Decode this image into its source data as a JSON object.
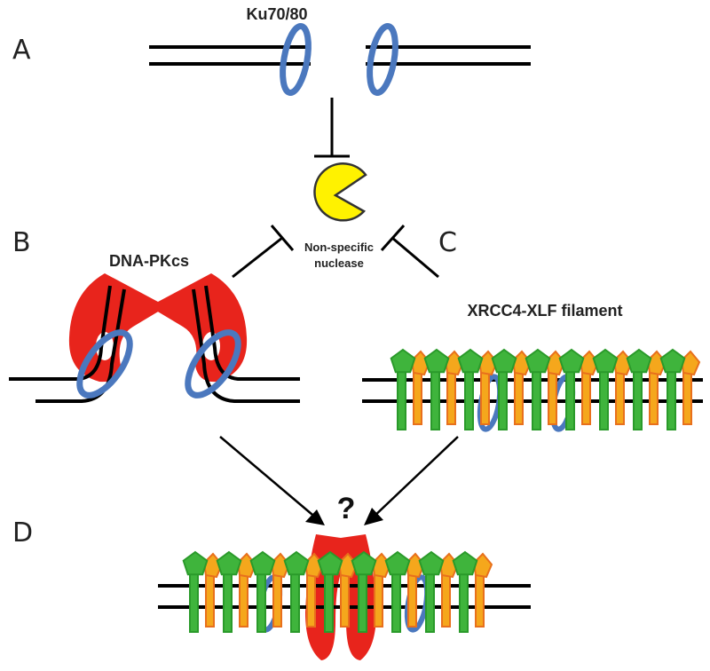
{
  "panels": {
    "a": "A",
    "b": "B",
    "c": "C",
    "d": "D"
  },
  "labels": {
    "ku": "Ku70/80",
    "dnapkcs": "DNA-PKcs",
    "nuclease_line1": "Non-specific",
    "nuclease_line2": "nuclease",
    "filament": "XRCC4-XLF filament",
    "question": "?"
  },
  "colors": {
    "dna": "#000000",
    "ku": "#4b78be",
    "dnapkcs": "#e8241c",
    "nuclease": "#fff200",
    "xrcc4": "#3fb43c",
    "xlf": "#f5a71c"
  }
}
